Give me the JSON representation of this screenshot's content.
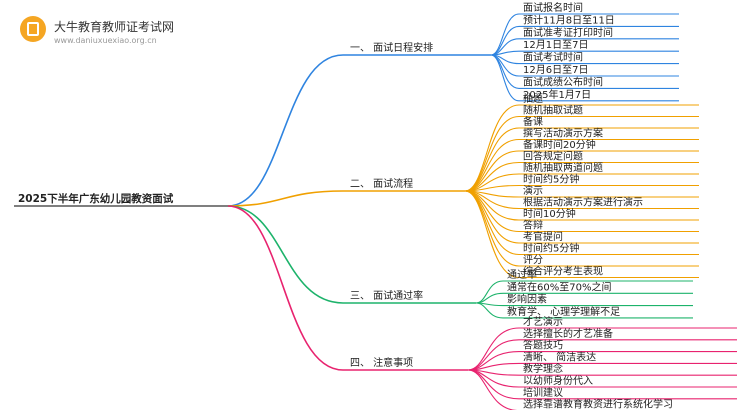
{
  "brand": {
    "name": "大牛教育教师证考试网",
    "url": "www.daniuxuexiao.org.cn",
    "logo_icon": "book-logo-icon",
    "logo_color": "#f5a623"
  },
  "mindmap": {
    "root": "2025下半年广东幼儿园教资面试",
    "branches": [
      {
        "label": "一、 面试日程安排",
        "color": "#2f84e0",
        "leaves": [
          "面试报名时间",
          "预计11月8日至11日",
          "面试准考证打印时间",
          "12月1日至7日",
          "面试考试时间",
          "12月6日至7日",
          "面试成绩公布时间",
          "2025年1月7日"
        ]
      },
      {
        "label": "二、 面试流程",
        "color": "#f0a000",
        "leaves": [
          "抽题",
          "随机抽取试题",
          "备课",
          "撰写活动演示方案",
          "备课时间20分钟",
          "回答规定问题",
          "随机抽取两道问题",
          "时间约5分钟",
          "演示",
          "根据活动演示方案进行演示",
          "时间10分钟",
          "答辩",
          "考官提问",
          "时间约5分钟",
          "评分",
          "综合评分考生表现"
        ]
      },
      {
        "label": "三、 面试通过率",
        "color": "#1db36b",
        "leaves": [
          "通过率",
          "通常在60%至70%之间",
          "影响因素",
          "教育学、 心理学理解不足"
        ]
      },
      {
        "label": "四、 注意事项",
        "color": "#e8236f",
        "leaves": [
          "才艺演示",
          "选择擅长的才艺准备",
          "答题技巧",
          "清晰、 简洁表达",
          "教学理念",
          "以幼师身份代入",
          "培训建议",
          "选择靠谱教育教资进行系统化学习"
        ]
      }
    ]
  }
}
